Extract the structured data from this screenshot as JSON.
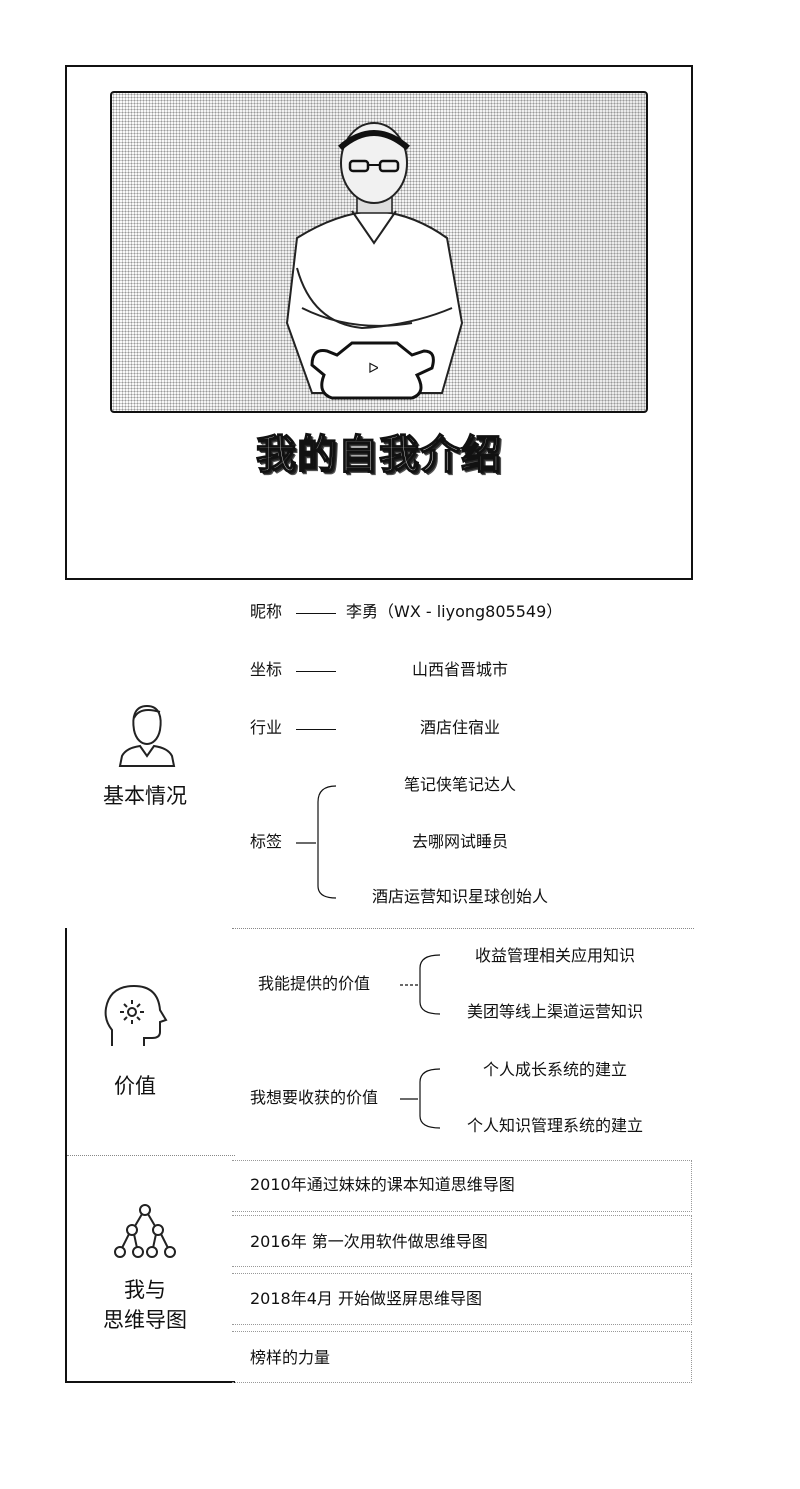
{
  "hero": {
    "title": "我的自我介绍"
  },
  "basic_info": {
    "section_label": "基本情况",
    "section_icon": "person-icon",
    "rows": [
      {
        "key": "昵称",
        "value": "李勇（WX - liyong805549）"
      },
      {
        "key": "坐标",
        "value": "山西省晋城市"
      },
      {
        "key": "行业",
        "value": "酒店住宿业"
      }
    ],
    "tags": {
      "key": "标签",
      "items": [
        "笔记侠笔记达人",
        "去哪网试睡员",
        "酒店运营知识星球创始人"
      ]
    }
  },
  "value": {
    "section_label": "价值",
    "section_icon": "head-gear-icon",
    "groups": [
      {
        "label": "我能提供的价值",
        "items": [
          "收益管理相关应用知识",
          "美团等线上渠道运营知识"
        ]
      },
      {
        "label": "我想要收获的价值",
        "items": [
          "个人成长系统的建立",
          "个人知识管理系统的建立"
        ]
      }
    ]
  },
  "mindmap": {
    "section_label_line1": "我与",
    "section_label_line2": "思维导图",
    "section_icon": "hierarchy-icon",
    "timeline": [
      "2010年通过妹妹的课本知道思维导图",
      "2016年 第一次用软件做思维导图",
      "2018年4月 开始做竖屏思维导图",
      "榜样的力量"
    ]
  }
}
